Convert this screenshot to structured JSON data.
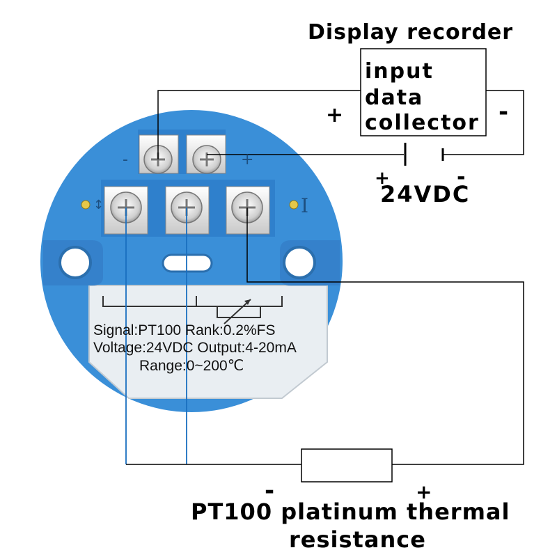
{
  "recorder": {
    "title": "Display recorder",
    "box_lines": [
      "input",
      "data",
      "collector"
    ],
    "plus": "+",
    "minus": "-"
  },
  "power": {
    "label": "24VDC",
    "plus": "+",
    "minus": "-"
  },
  "module": {
    "top_terminal_minus": "-",
    "top_terminal_plus": "+",
    "label_line1": "Signal:PT100 Rank:0.2%FS",
    "label_line2": "Voltage:24VDC Output:4-20mA",
    "label_line3": "Range:0~200℃",
    "left_symbol": "↕",
    "right_symbol": "I"
  },
  "sensor": {
    "title_line1": "PT100 platinum thermal",
    "title_line2": "resistance",
    "minus": "-",
    "plus": "+"
  },
  "colors": {
    "module_blue": "#3a8fd8",
    "module_dark": "#2b78c2",
    "wire_blue": "#1a6fc0",
    "wire_black": "#000000",
    "terminal_light": "#e8e8e8"
  }
}
